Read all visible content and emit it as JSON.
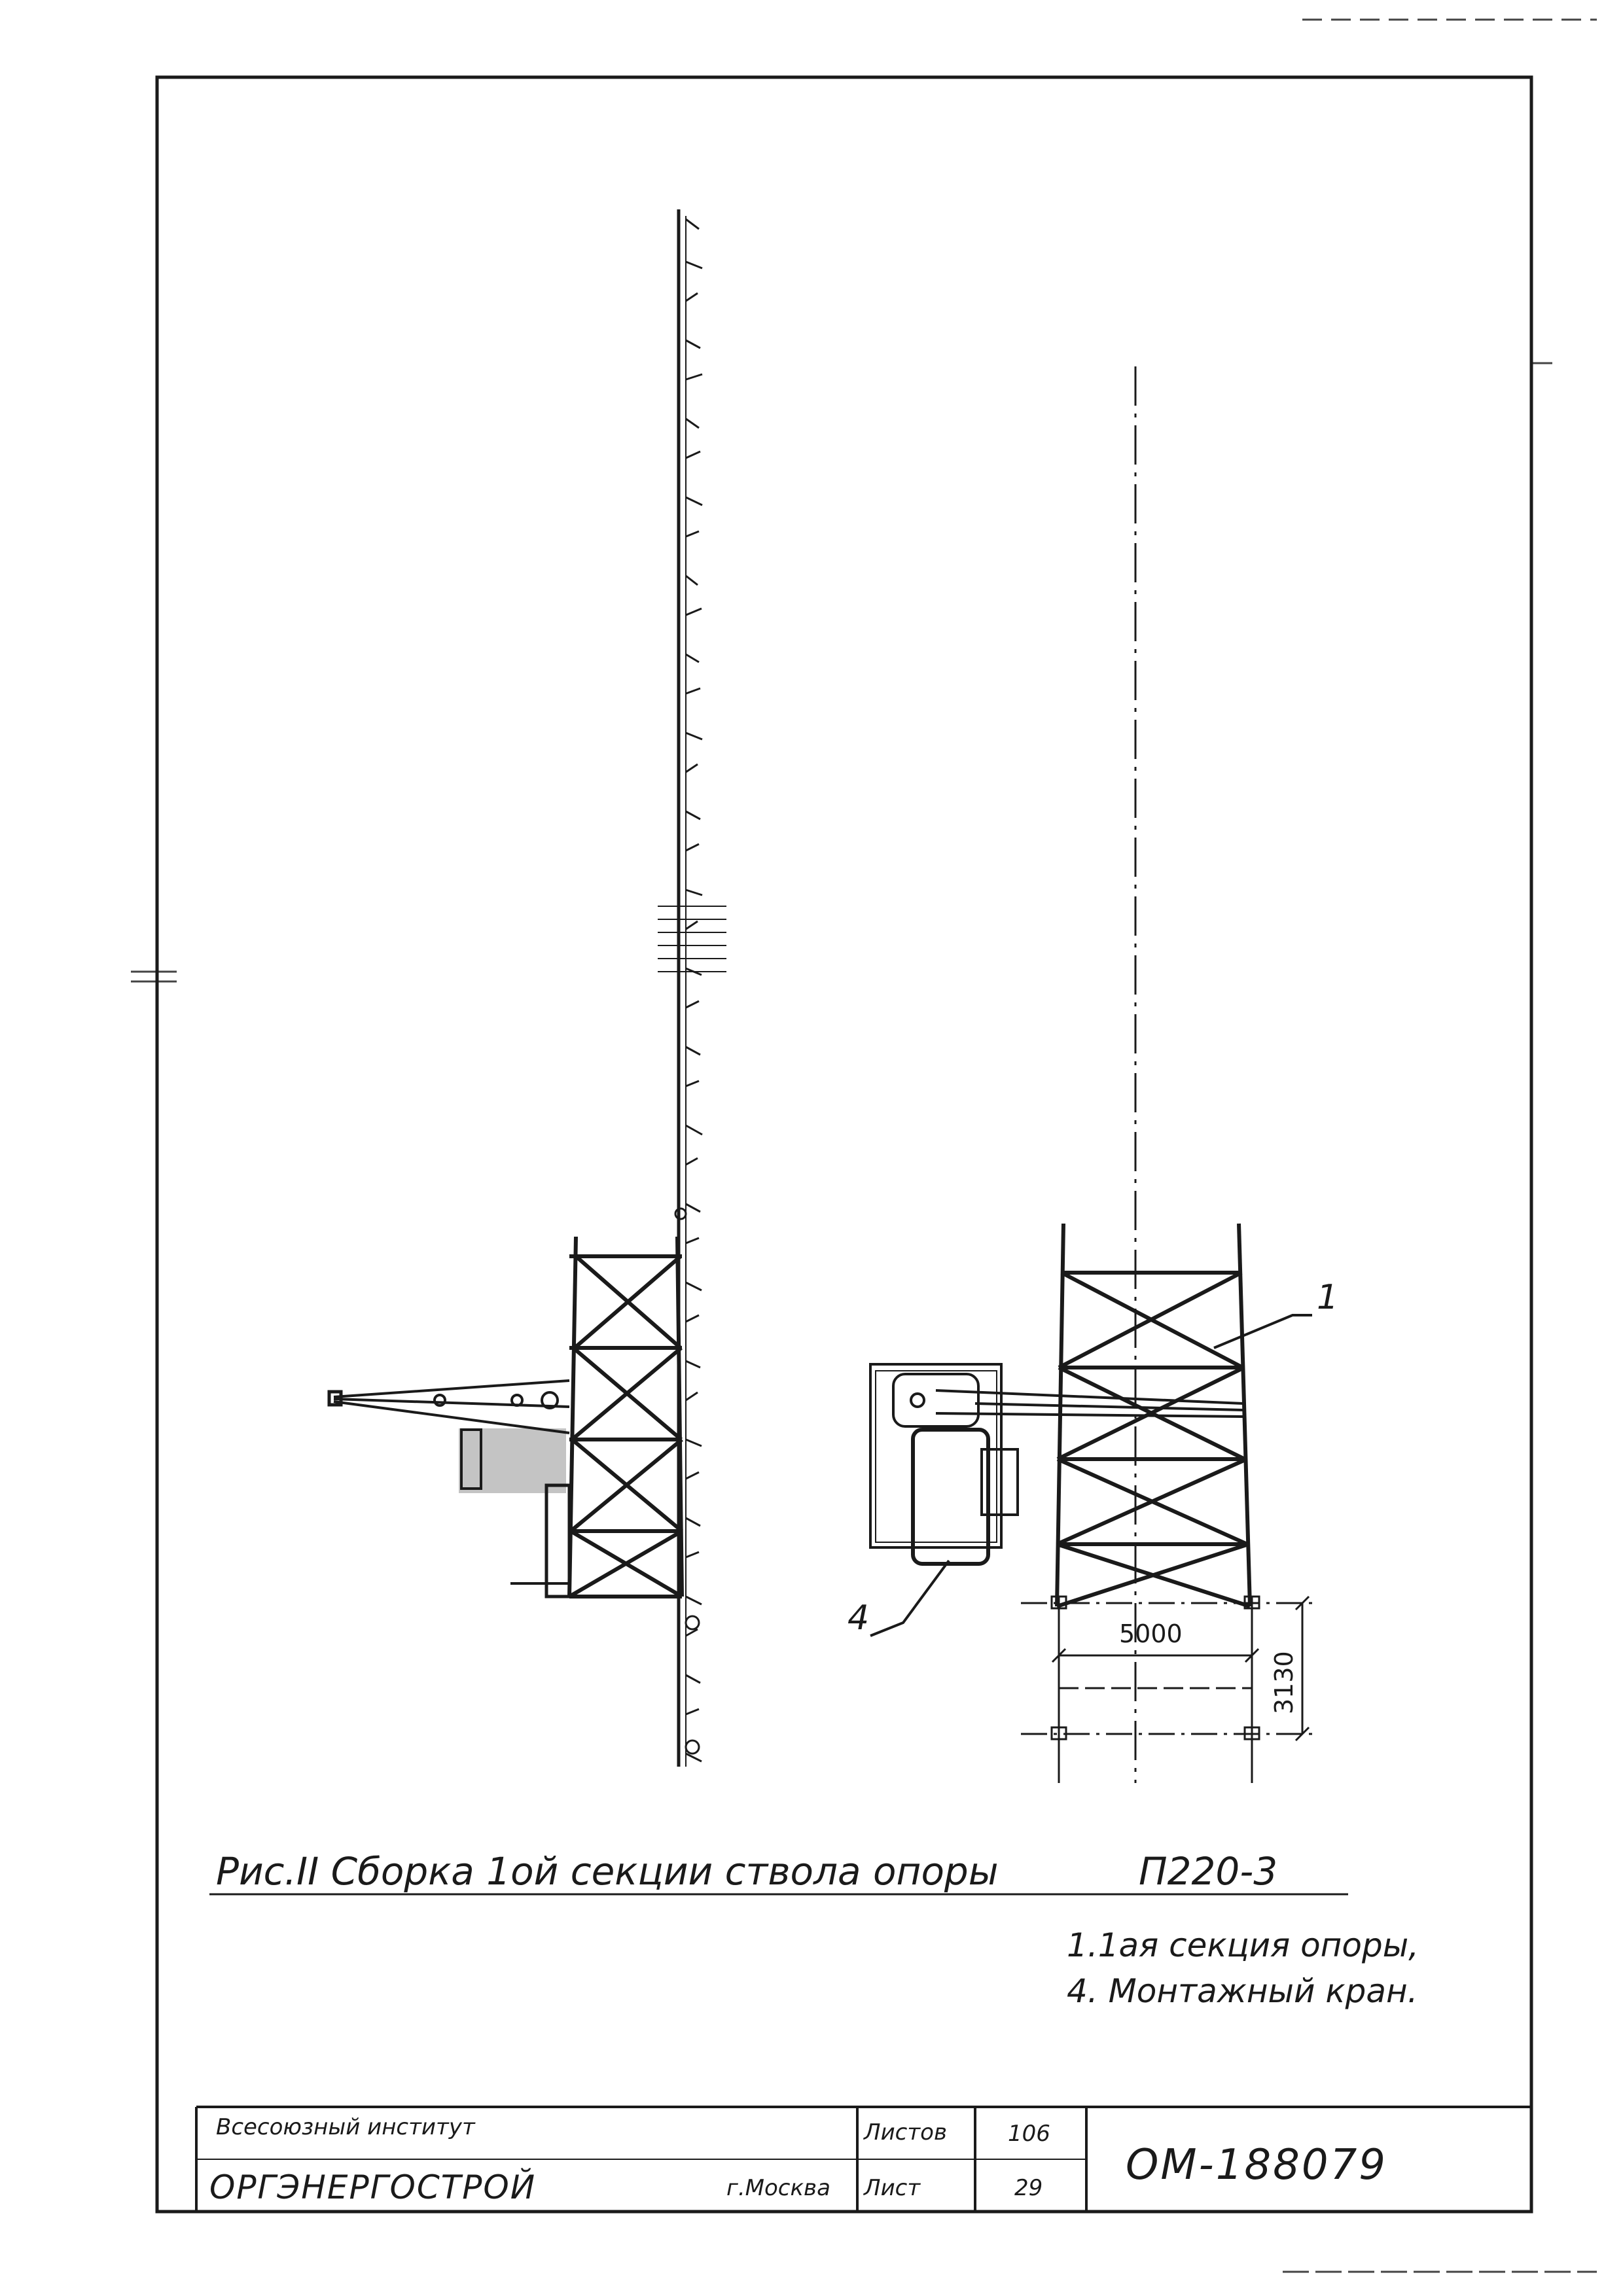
{
  "figure": {
    "caption": "Рис.II Сборка 1ой секции ствола опоры",
    "tower_type": "П220-3"
  },
  "legend": {
    "item_1": "1.1ая секция опоры,",
    "item_4": "4. Монтажный кран."
  },
  "callouts": {
    "section": "1",
    "crane": "4"
  },
  "dimensions": {
    "width": "5000",
    "depth": "3130"
  },
  "title_block": {
    "institute_line1": "Всесоюзный институт",
    "institute_name": "ОРГЭНЕРГОСТРОЙ",
    "city": "г.Москва",
    "sheets_label": "Листов",
    "sheets_value": "106",
    "sheet_label": "Лист",
    "sheet_value": "29",
    "doc_code": "ОМ-188079"
  }
}
